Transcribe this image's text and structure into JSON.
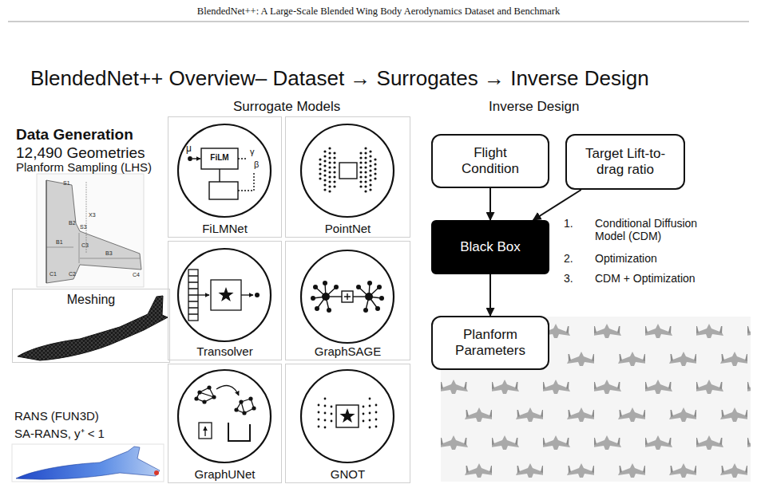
{
  "diagram": {
    "title": "BlendedNet++ Overview– Dataset → Surrogates → Inverse Design",
    "nodes": [
      {
        "text": [
          "Meshing"
        ]
      },
      {
        "text": [
          "FiLMNet"
        ]
      },
      {
        "text": [
          "PointNet"
        ]
      },
      {
        "text": [
          "Transolver"
        ]
      },
      {
        "text": [
          "GraphSAGE"
        ]
      },
      {
        "text": [
          "GraphUNet"
        ]
      },
      {
        "text": [
          "GNOT"
        ]
      },
      {
        "text": [
          "Flight Condition"
        ]
      },
      {
        "text": [
          "Target Lift-to-drag ratio"
        ]
      },
      {
        "text": [
          "Black Box"
        ]
      },
      {
        "text": [
          "Planform Parameters"
        ]
      }
    ],
    "edges": [
      {
        "from": 7,
        "to": 9,
        "arrow": "to"
      },
      {
        "from": 8,
        "to": 9,
        "arrow": "to"
      },
      {
        "from": 9,
        "to": 10,
        "arrow": "to"
      }
    ],
    "labels": [
      "BlendedNet++: A Large-Scale Blended Wing Body Aerodynamics Dataset and Benchmark",
      "Data Generation",
      "12,490 Geometries",
      "Planform Sampling (LHS)",
      "S1",
      "X3",
      "B2",
      "S3",
      "B1",
      "C3",
      "B3",
      "C1",
      "C2",
      "C4",
      "RANS (FUN3D)",
      "SA-RANS, y⁺ < 1",
      "Surrogate Models",
      "Inverse Design",
      "FiLM",
      "μ",
      "γ",
      "β",
      "1.",
      "Conditional Diffusion Model (CDM)",
      "2.",
      "Optimization",
      "3.",
      "CDM + Optimization"
    ]
  }
}
